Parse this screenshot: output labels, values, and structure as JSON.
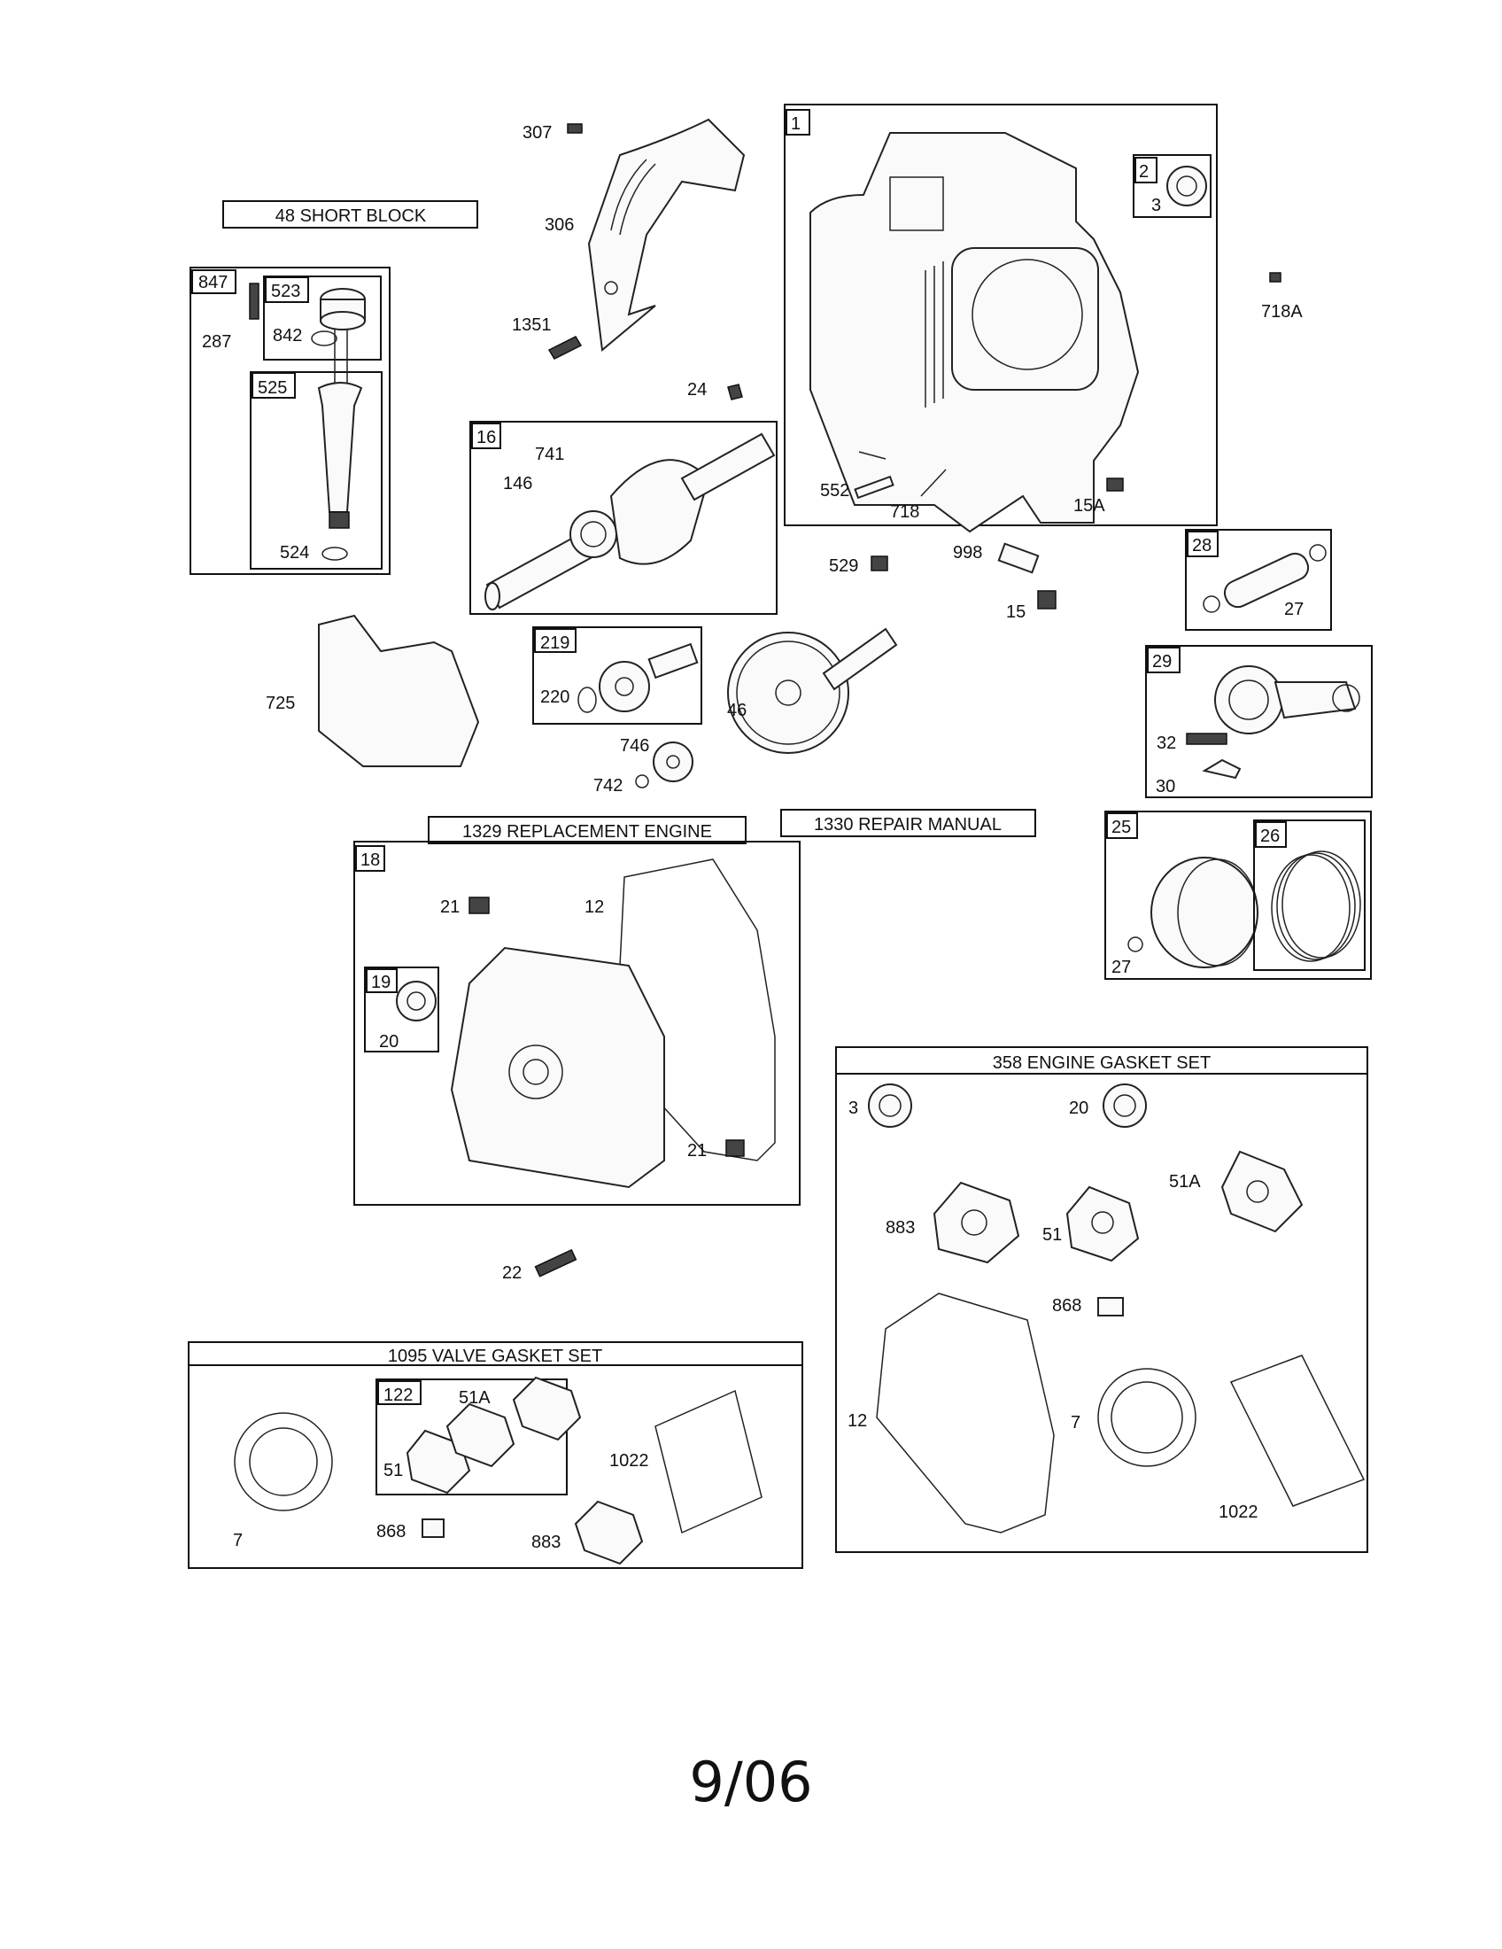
{
  "kits": {
    "short_block": "48 SHORT BLOCK",
    "replacement_engine": "1329 REPLACEMENT ENGINE",
    "repair_manual": "1330 REPAIR MANUAL",
    "engine_gasket_set": "358 ENGINE GASKET SET",
    "valve_gasket_set": "1095 VALVE GASKET SET"
  },
  "boxes": {
    "b847": "847",
    "b523": "523",
    "b525": "525",
    "b16": "16",
    "b219": "219",
    "b1": "1",
    "b2": "2",
    "b28": "28",
    "b29": "29",
    "b25": "25",
    "b26": "26",
    "b18": "18",
    "b19": "19",
    "b122": "122"
  },
  "callouts": {
    "c307": "307",
    "c306": "306",
    "c1351": "1351",
    "c24": "24",
    "c287": "287",
    "c842": "842",
    "c524": "524",
    "c741": "741",
    "c146": "146",
    "c3_top": "3",
    "c718A": "718A",
    "c552": "552",
    "c718": "718",
    "c15A": "15A",
    "c529": "529",
    "c998": "998",
    "c15": "15",
    "c27_pin": "27",
    "c725": "725",
    "c220": "220",
    "c46": "46",
    "c746": "746",
    "c742": "742",
    "c32": "32",
    "c30": "30",
    "c27_piston": "27",
    "c21_top": "21",
    "c12_cover": "12",
    "c20_cover": "20",
    "c21_bot": "21",
    "c22": "22",
    "c3_set": "3",
    "c20_set": "20",
    "c51A_set": "51A",
    "c883_set": "883",
    "c51_set": "51",
    "c868_set": "868",
    "c12_set": "12",
    "c7_set": "7",
    "c1022_set": "1022",
    "c51A_v": "51A",
    "c51_v": "51",
    "c1022_v": "1022",
    "c7_v": "7",
    "c868_v": "868",
    "c883_v": "883"
  },
  "footer": {
    "date": "9/06"
  }
}
